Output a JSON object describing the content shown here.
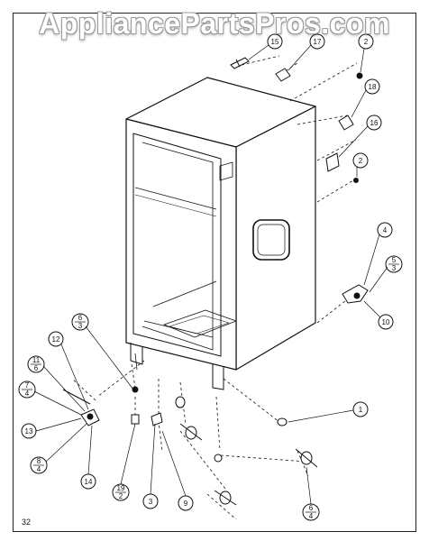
{
  "watermark": "AppliancePartsPros.com",
  "page_number": "32",
  "callouts": [
    {
      "id": "c15",
      "label": "15"
    },
    {
      "id": "c17",
      "label": "17"
    },
    {
      "id": "c2a",
      "label": "2"
    },
    {
      "id": "c18",
      "label": "18"
    },
    {
      "id": "c16",
      "label": "16"
    },
    {
      "id": "c2b",
      "label": "2"
    },
    {
      "id": "c4a",
      "label": "4"
    },
    {
      "id": "c5_3",
      "label": "5",
      "sub": "3"
    },
    {
      "id": "c10",
      "label": "10"
    },
    {
      "id": "c6_3",
      "label": "6",
      "sub": "3"
    },
    {
      "id": "c12",
      "label": "12"
    },
    {
      "id": "c11_6",
      "label": "11",
      "sub": "6"
    },
    {
      "id": "c7_4",
      "label": "7",
      "sub": "4"
    },
    {
      "id": "c13",
      "label": "13"
    },
    {
      "id": "c8_4",
      "label": "8",
      "sub": "4"
    },
    {
      "id": "c14",
      "label": "14"
    },
    {
      "id": "c19_2",
      "label": "19",
      "sub": "2"
    },
    {
      "id": "c3",
      "label": "3"
    },
    {
      "id": "c9",
      "label": "9"
    },
    {
      "id": "c1",
      "label": "1"
    },
    {
      "id": "c6_4",
      "label": "6",
      "sub": "4"
    }
  ]
}
